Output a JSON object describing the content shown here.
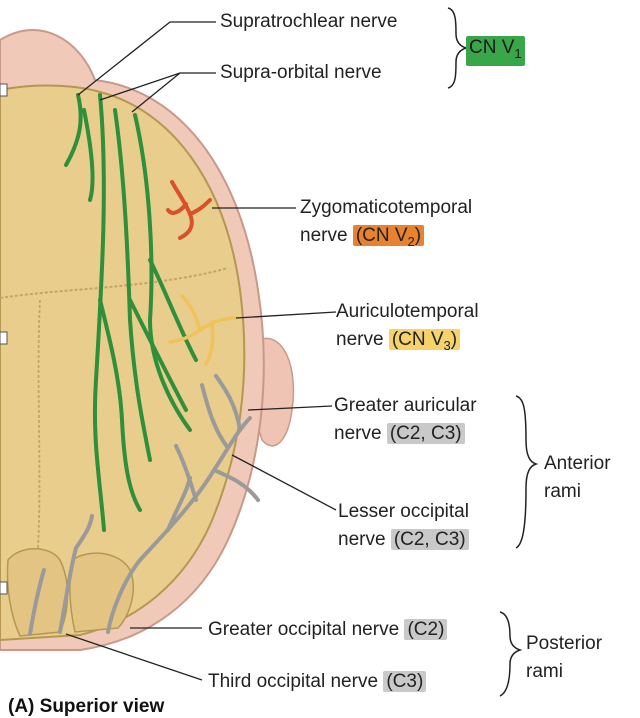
{
  "labels": {
    "supratrochlear": "Supratrochlear nerve",
    "supraorbital": "Supra-orbital nerve",
    "cn_v1": "CN V",
    "cn_v1_sub": "1",
    "zygomaticotemporal_line1": "Zygomaticotemporal",
    "zygomaticotemporal_line2": "nerve",
    "zygomaticotemporal_tag": "CN V",
    "zygomaticotemporal_tag_sub": "2",
    "auriculotemporal_line1": "Auriculotemporal",
    "auriculotemporal_line2": "nerve",
    "auriculotemporal_tag": "CN V",
    "auriculotemporal_tag_sub": "3",
    "greater_auricular_line1": "Greater auricular",
    "greater_auricular_line2": "nerve",
    "greater_auricular_tag": "C2, C3",
    "anterior_rami_line1": "Anterior",
    "anterior_rami_line2": "rami",
    "lesser_occipital_line1": "Lesser occipital",
    "lesser_occipital_line2": "nerve",
    "lesser_occipital_tag": "C2, C3",
    "greater_occipital": "Greater occipital nerve",
    "greater_occipital_tag": "C2",
    "third_occipital": "Third occipital nerve",
    "third_occipital_tag": "C3",
    "posterior_rami_line1": "Posterior",
    "posterior_rami_line2": "rami",
    "caption": "(A) Superior view"
  },
  "colors": {
    "skull": "#e8cd8c",
    "scalp": "#f1c9b9",
    "v1_nerve": "#2f8f3a",
    "v2_nerve": "#d8512a",
    "v3_nerve": "#f0c35a",
    "cervical_nerve": "#9a9a9a",
    "tag_green": "#3aa64a",
    "tag_orange": "#e8822e",
    "tag_yellow": "#f6d36a",
    "tag_gray": "#c9c9c9"
  }
}
